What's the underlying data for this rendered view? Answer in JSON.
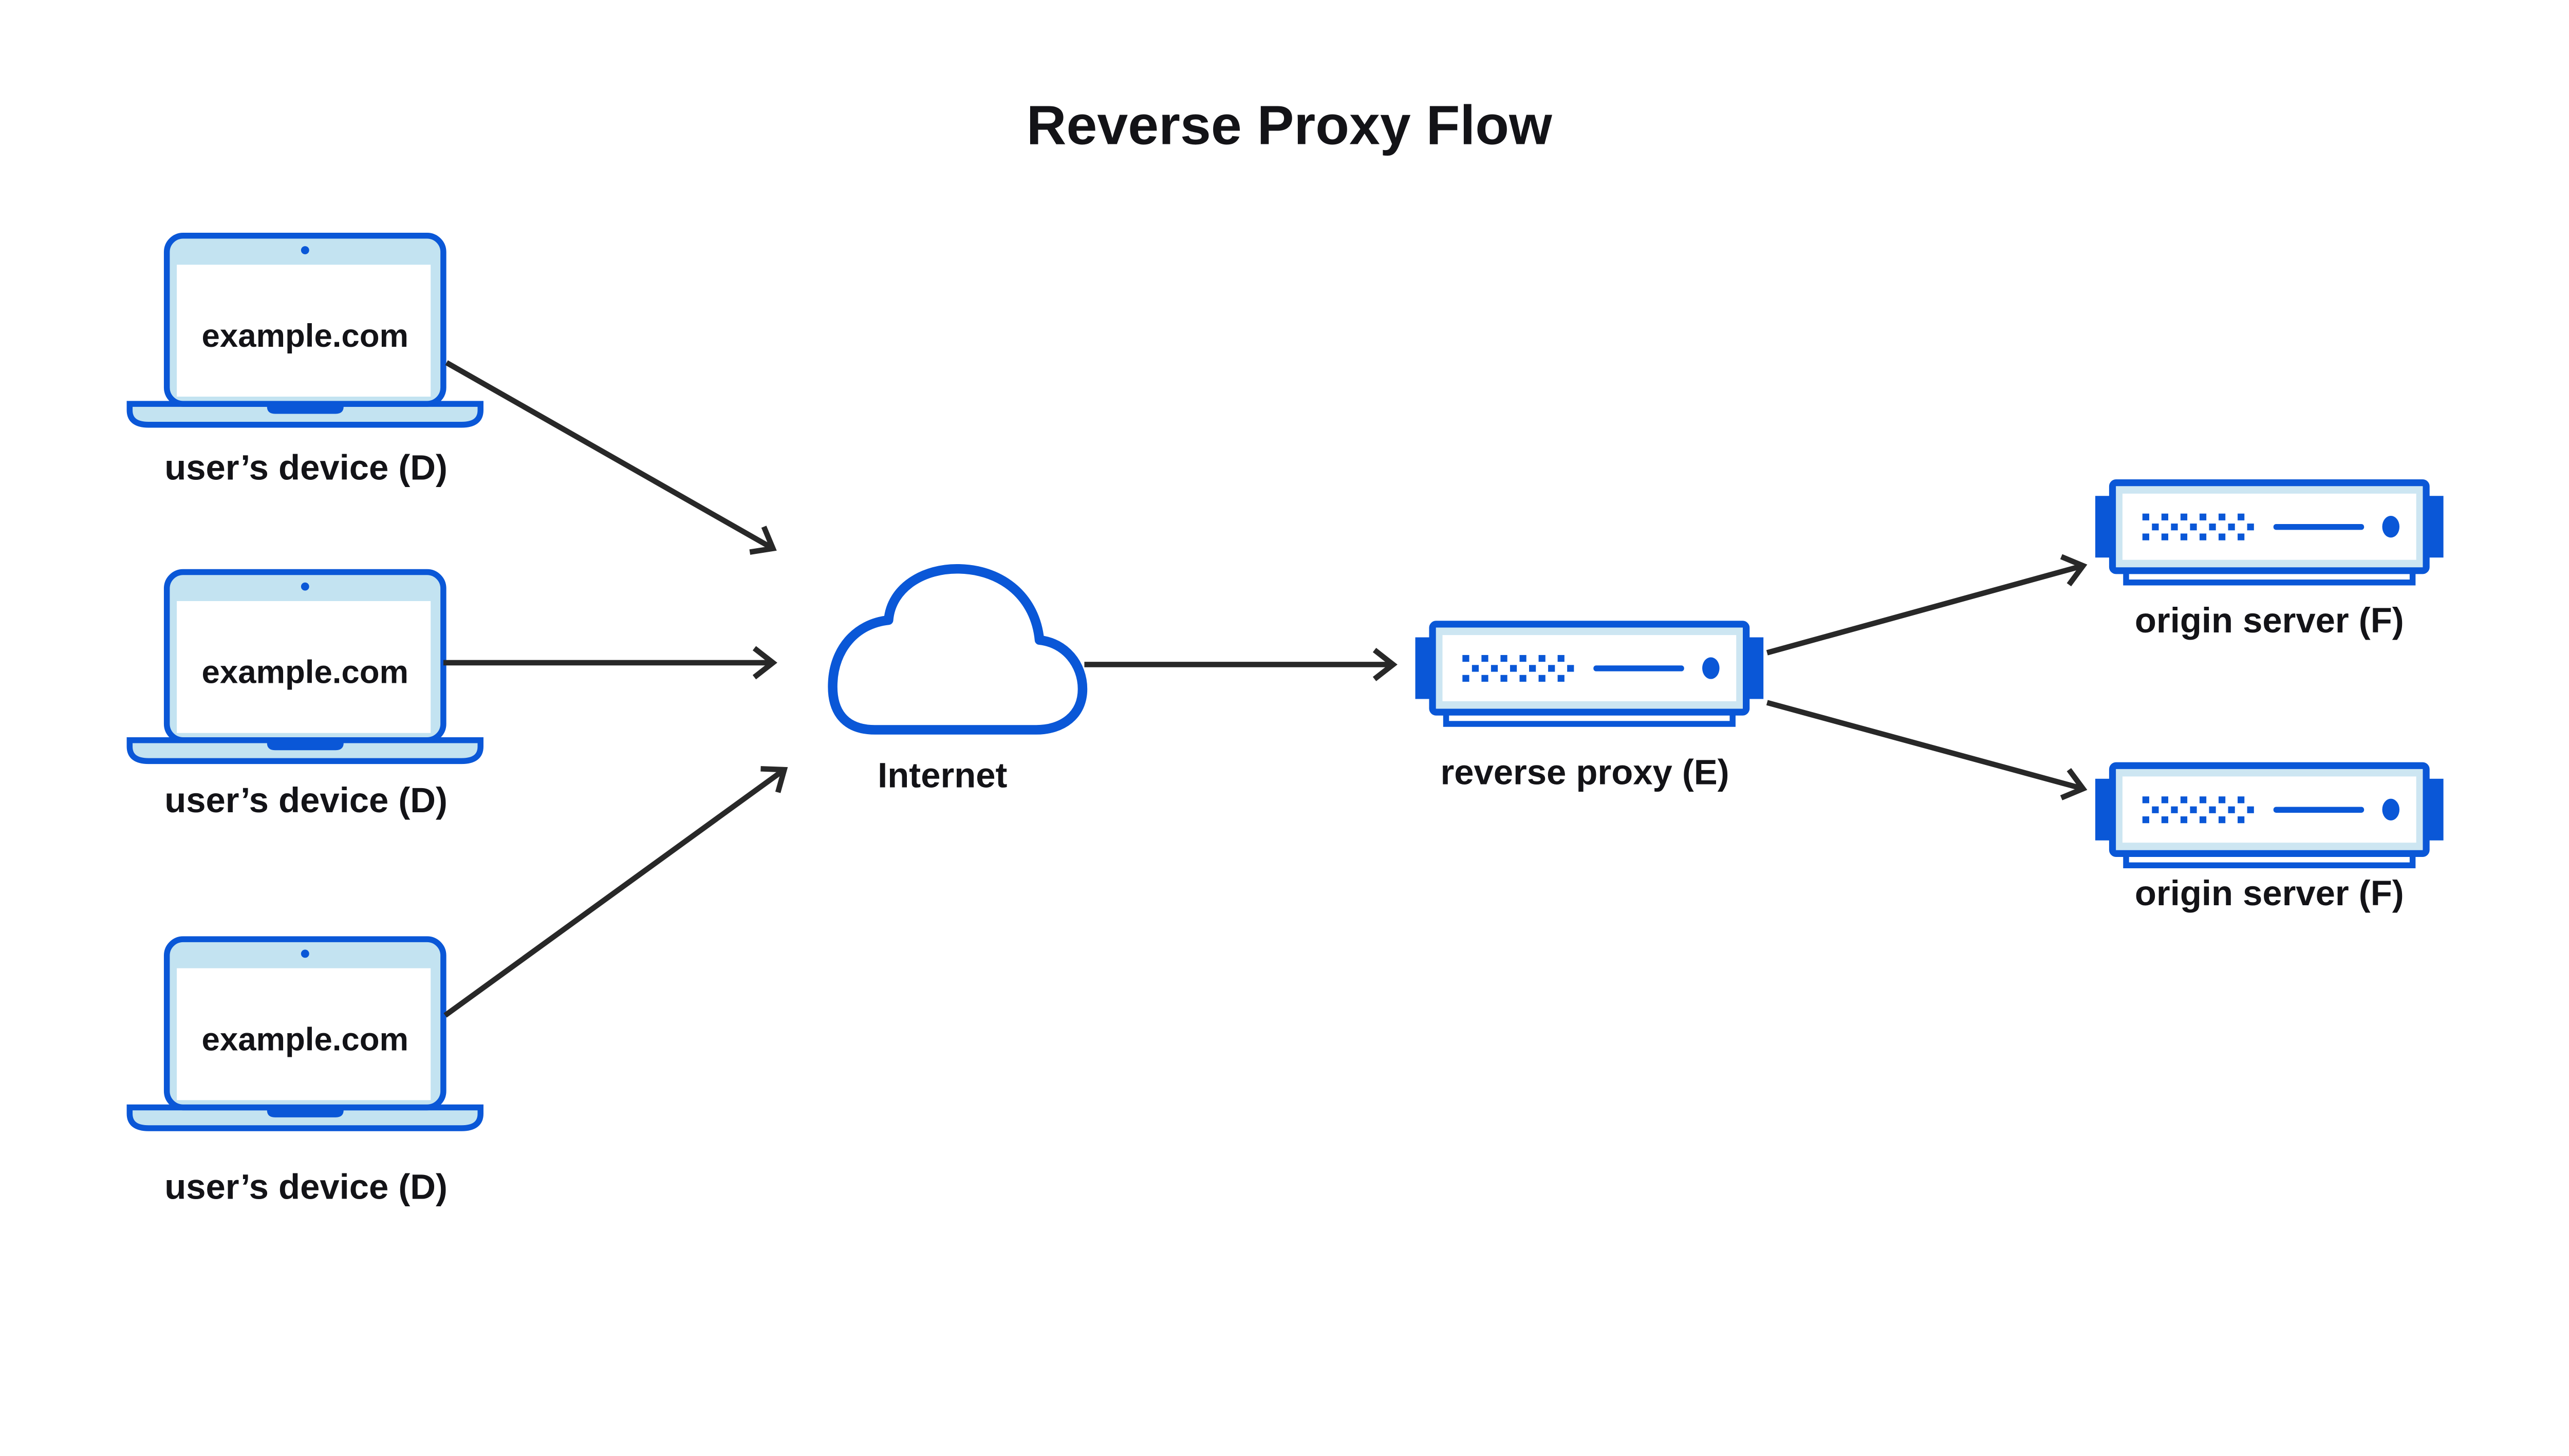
{
  "title": "Reverse Proxy Flow",
  "colors": {
    "background": "#ffffff",
    "accent_blue": "#0a57d7",
    "laptop_light_blue": "#c3e3f1",
    "server_light_blue": "#cde6f2",
    "white": "#ffffff",
    "arrow": "#282828",
    "text": "#131317"
  },
  "nodes": {
    "devices": [
      {
        "id": "user-device-1",
        "screen_label": "example.com",
        "caption": "user’s device (D)"
      },
      {
        "id": "user-device-2",
        "screen_label": "example.com",
        "caption": "user’s device (D)"
      },
      {
        "id": "user-device-3",
        "screen_label": "example.com",
        "caption": "user’s device (D)"
      }
    ],
    "internet": {
      "id": "internet",
      "caption": "Internet"
    },
    "reverse_proxy": {
      "id": "reverse-proxy",
      "caption": "reverse proxy (E)"
    },
    "origin_servers": [
      {
        "id": "origin-server-1",
        "caption": "origin server (F)"
      },
      {
        "id": "origin-server-2",
        "caption": "origin server (F)"
      }
    ]
  },
  "connections": [
    {
      "from": "user-device-1",
      "to": "internet"
    },
    {
      "from": "user-device-2",
      "to": "internet"
    },
    {
      "from": "user-device-3",
      "to": "internet"
    },
    {
      "from": "internet",
      "to": "reverse-proxy"
    },
    {
      "from": "reverse-proxy",
      "to": "origin-server-1"
    },
    {
      "from": "reverse-proxy",
      "to": "origin-server-2"
    }
  ]
}
